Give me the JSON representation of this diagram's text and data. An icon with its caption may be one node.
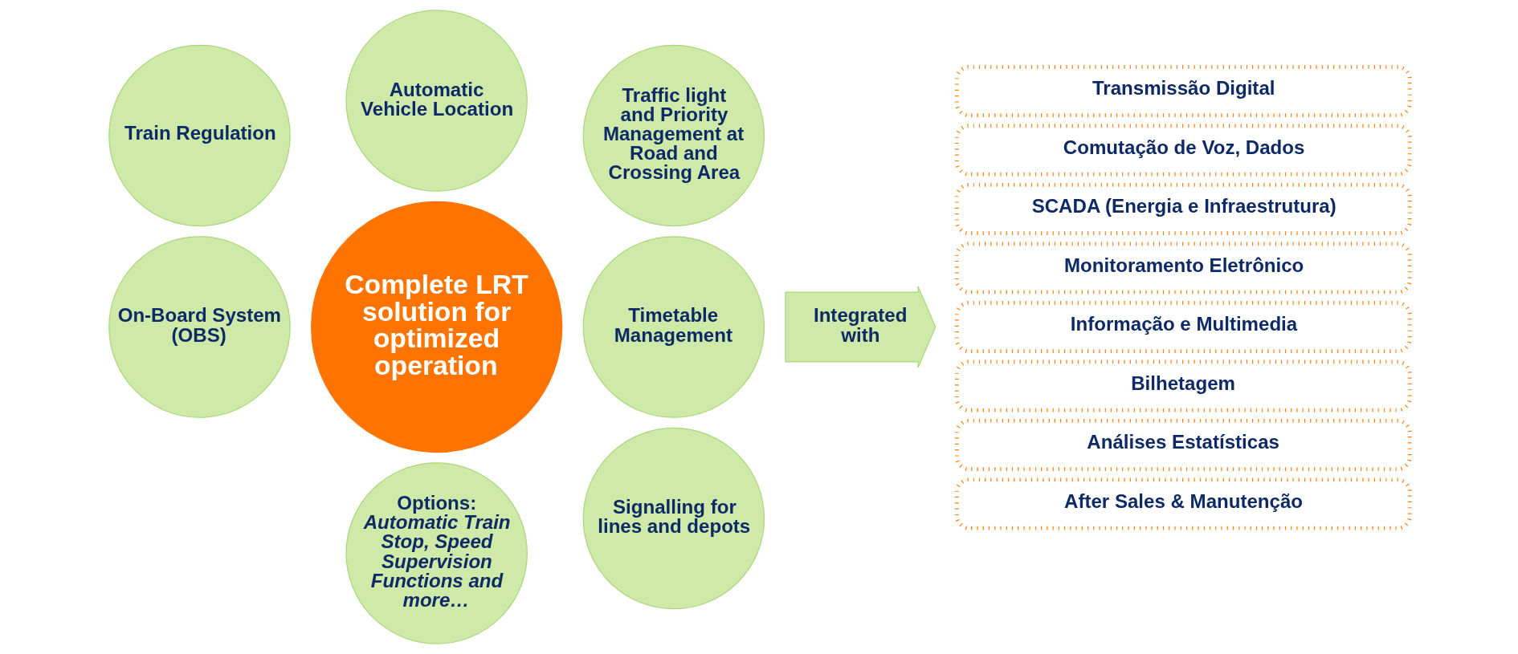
{
  "diagram": {
    "nodes": [
      {
        "text": [
          "Automatic Vehicle Location"
        ]
      },
      {
        "text": [
          "Traffic light and Priority Management at Road and Crossing Area"
        ]
      },
      {
        "text": [
          "Train Regulation"
        ]
      },
      {
        "text": [
          "Complete LRT solution for optimized operation"
        ]
      },
      {
        "text": [
          "Timetable Management"
        ]
      },
      {
        "text": [
          "On-Board System (OBS)"
        ]
      },
      {
        "text": [
          "Signalling for lines and depots"
        ]
      },
      {
        "text": [
          "Options:",
          "Automatic Train Stop, Speed Supervision Functions and more…"
        ]
      },
      {
        "text": [
          "Integrated with"
        ]
      },
      {
        "text": [
          "Transmissão Digital"
        ]
      },
      {
        "text": [
          "Comutação de Voz, Dados"
        ]
      },
      {
        "text": [
          "SCADA (Energia e Infraestrutura)"
        ]
      },
      {
        "text": [
          "Monitoramento Eletrônico"
        ]
      },
      {
        "text": [
          "Informação e Multimedia"
        ]
      },
      {
        "text": [
          "Bilhetagem"
        ]
      },
      {
        "text": [
          "Análises Estatísticas"
        ]
      },
      {
        "text": [
          "After Sales & Manutenção"
        ]
      }
    ],
    "edges": []
  }
}
